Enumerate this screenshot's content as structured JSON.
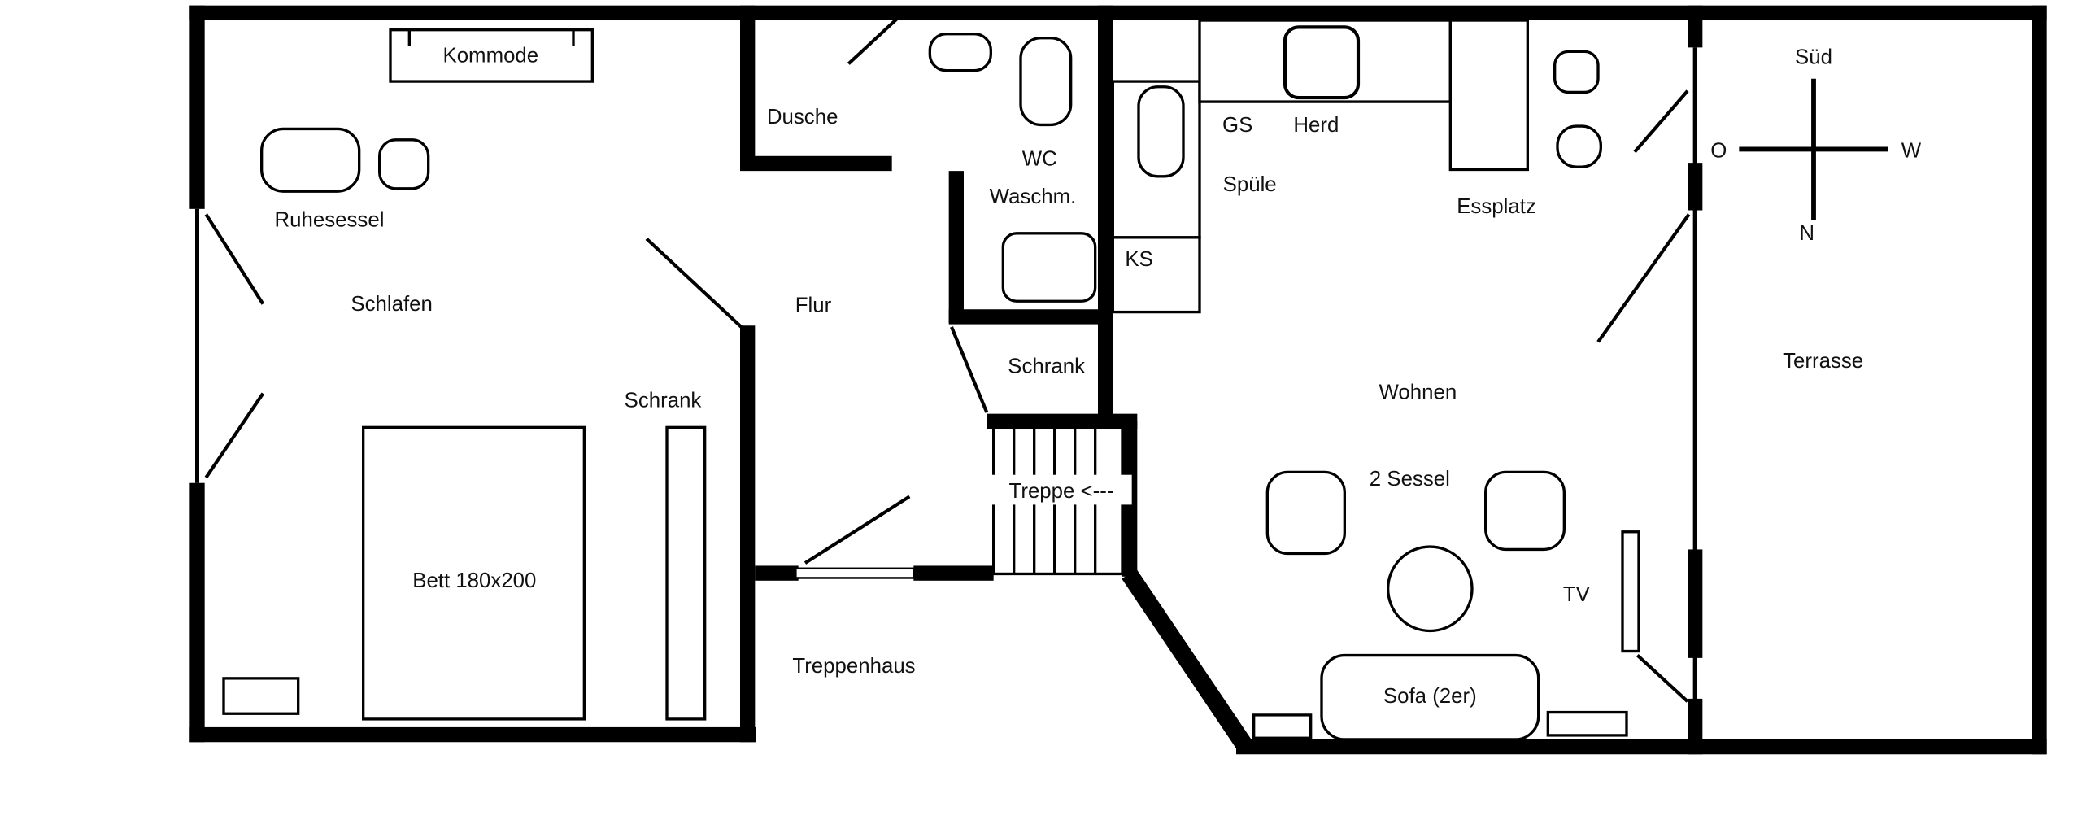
{
  "floorplan": {
    "bedroom": {
      "room": "Schlafen",
      "kommode": "Kommode",
      "ruhesessel": "Ruhesessel",
      "bett": "Bett 180x200",
      "schrank": "Schrank"
    },
    "bath": {
      "dusche": "Dusche",
      "wc": "WC",
      "waschm": "Waschm."
    },
    "hall": {
      "flur": "Flur",
      "schrank": "Schrank"
    },
    "stairs": {
      "treppe": "Treppe  <---",
      "treppenhaus": "Treppenhaus"
    },
    "kitchen": {
      "gs": "GS",
      "herd": "Herd",
      "spuele": "Spüle",
      "ks": "KS",
      "essplatz": "Essplatz"
    },
    "living": {
      "room": "Wohnen",
      "sessel": "2 Sessel",
      "tv": "TV",
      "sofa": "Sofa (2er)"
    },
    "terrace": {
      "room": "Terrasse"
    },
    "compass": {
      "sued": "Süd",
      "ost": "O",
      "west": "W",
      "nord": "N"
    },
    "colors": {
      "wall": "#000000",
      "background": "#ffffff",
      "text": "#111111"
    }
  }
}
